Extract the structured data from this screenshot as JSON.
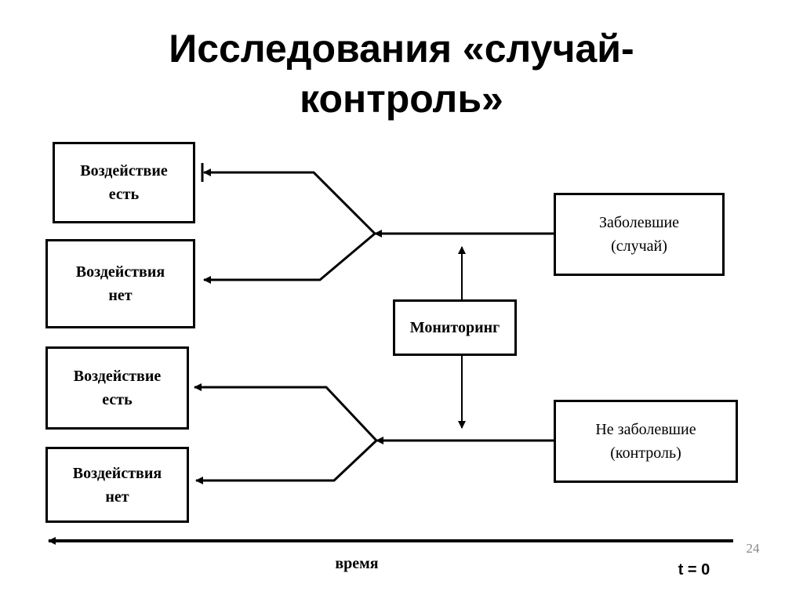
{
  "title": {
    "line1": "Исследования «случай-",
    "line2": "контроль»"
  },
  "exposure_boxes": [
    {
      "line1": "Воздействие",
      "line2": "есть"
    },
    {
      "line1": "Воздействия",
      "line2": "нет"
    },
    {
      "line1": "Воздействие",
      "line2": "есть"
    },
    {
      "line1": "Воздействия",
      "line2": "нет"
    }
  ],
  "cases_box": {
    "line1": "Заболевшие",
    "line2": "(случай)"
  },
  "controls_box": {
    "line1": "Не заболевшие",
    "line2": "(контроль)"
  },
  "monitoring_box": {
    "label": "Мониторинг"
  },
  "timeline": {
    "label": "время",
    "origin_label": "t = 0"
  },
  "page_number": "24",
  "colors": {
    "line": "#000000",
    "page_number": "#888888"
  }
}
